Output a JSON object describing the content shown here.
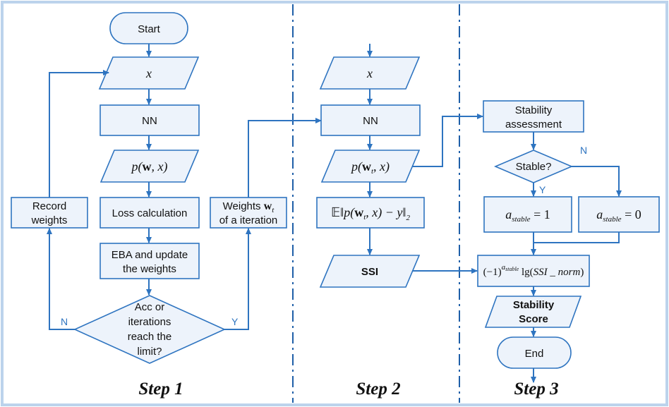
{
  "steps": {
    "step1": "Step 1",
    "step2": "Step 2",
    "step3": "Step 3"
  },
  "step1": {
    "start": "Start",
    "input_x": "x",
    "nn": "NN",
    "pred_p": "p(",
    "pred_w": "w",
    "pred_rest": ", x)",
    "loss": "Loss calculation",
    "eba_line1": "EBA and update",
    "eba_line2": "the weights",
    "decision_lines": [
      "Acc or",
      "iterations",
      "reach the",
      "limit?"
    ],
    "record_line1": "Record",
    "record_line2": "weights",
    "weights_line1": "Weights ",
    "weights_w": "w",
    "weights_sub": "t",
    "weights_line2": "of a iteration",
    "no": "N",
    "yes": "Y"
  },
  "step2": {
    "input_x": "x",
    "nn": "NN",
    "pred_p": "p(",
    "pred_w": "w",
    "pred_sub": "t",
    "pred_rest": ", x)",
    "exp_E": "𝔼‖",
    "exp_p": "p(",
    "exp_w": "w",
    "exp_sub": "t",
    "exp_rest": ", x) − y‖",
    "exp_sub2": "2",
    "ssi": "SSI"
  },
  "step3": {
    "assess_line1": "Stability",
    "assess_line2": "assessment",
    "decision": "Stable?",
    "no": "N",
    "yes": "Y",
    "a_var": "a",
    "a_sub": "stable",
    "eq1": " = 1",
    "eq0": " = 0",
    "formula_left": "(−1)",
    "formula_exp": "a",
    "formula_exp_sub": "stable",
    "formula_right": " lg(",
    "formula_var": "SSI _ norm",
    "formula_close": ")",
    "score_line1": "Stability",
    "score_line2": "Score",
    "end": "End"
  },
  "colors": {
    "stroke": "#2e74c0",
    "fill": "#edf3fb",
    "frame": "#bcd3ec",
    "separator": "#1f5fa8"
  }
}
